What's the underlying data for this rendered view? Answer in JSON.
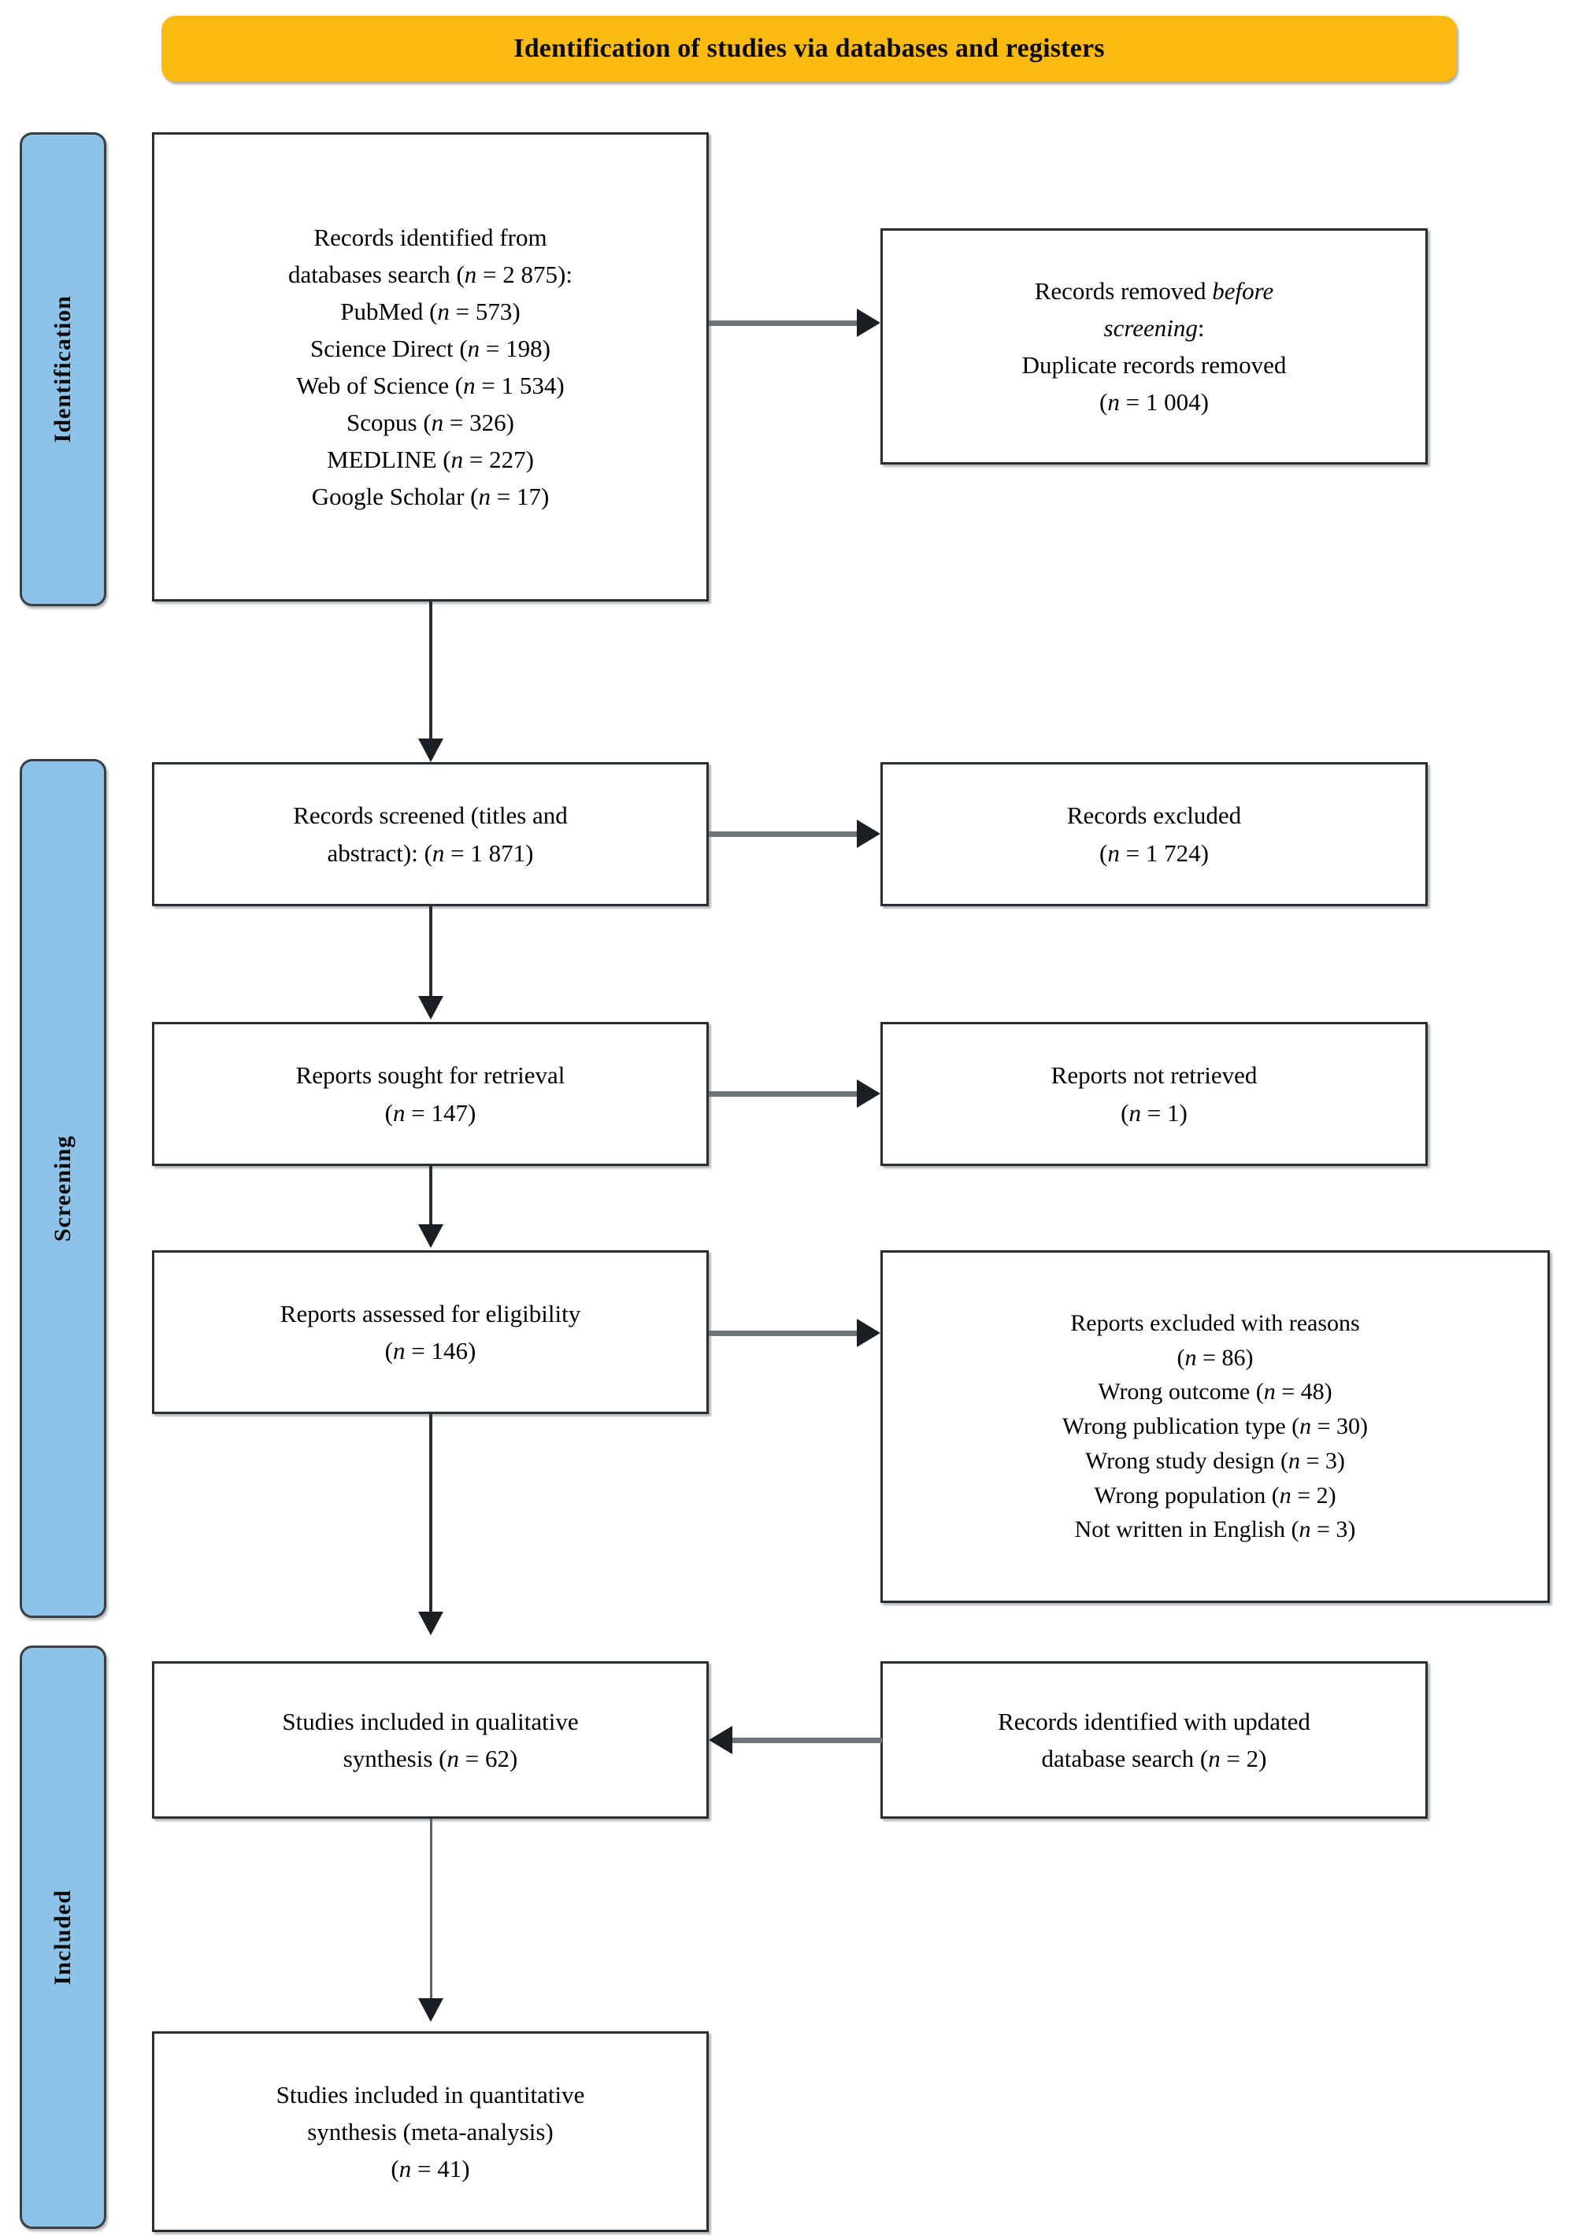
{
  "banner": {
    "title": "Identification of studies via databases and registers"
  },
  "phases": [
    {
      "id": "identification",
      "label": "Identification"
    },
    {
      "id": "screening",
      "label": "Screening"
    },
    {
      "id": "included",
      "label": "Included"
    }
  ],
  "boxes": {
    "identified": {
      "name": "records-identified-box",
      "lines": [
        "Records identified from",
        "databases search (n = 2 875):",
        "PubMed (n = 573)",
        "Science Direct (n = 198)",
        "Web of Science (n = 1 534)",
        "Scopus (n = 326)",
        "MEDLINE (n = 227)",
        "Google Scholar (n = 17)"
      ]
    },
    "removed": {
      "name": "records-removed-box",
      "lines": [
        "Records removed before",
        "screening:",
        "Duplicate records removed",
        "(n = 1 004)"
      ]
    },
    "screened": {
      "name": "records-screened-box",
      "lines": [
        "Records screened (titles and",
        "abstract): (n = 1 871)"
      ]
    },
    "excluded": {
      "name": "records-excluded-box",
      "lines": [
        "Records excluded",
        "(n = 1 724)"
      ]
    },
    "sought": {
      "name": "reports-sought-box",
      "lines": [
        "Reports sought for retrieval",
        "(n = 147)"
      ]
    },
    "not_retrieved": {
      "name": "reports-not-retrieved-box",
      "lines": [
        "Reports not retrieved",
        "(n = 1)"
      ]
    },
    "eligibility": {
      "name": "reports-eligibility-box",
      "lines": [
        "Reports assessed for eligibility",
        "(n = 146)"
      ]
    },
    "reasons": {
      "name": "reports-excluded-reasons-box",
      "lines": [
        "Reports excluded with reasons",
        "(n = 86)",
        "Wrong outcome (n = 48)",
        "Wrong publication type (n = 30)",
        "Wrong study design (n = 3)",
        "Wrong population (n = 2)",
        "Not written in English (n = 3)"
      ]
    },
    "qualitative": {
      "name": "studies-qualitative-box",
      "lines": [
        "Studies included in qualitative",
        "synthesis (n = 62)"
      ]
    },
    "updated": {
      "name": "records-updated-search-box",
      "lines": [
        "Records identified with updated",
        "database search (n = 2)"
      ]
    },
    "quantitative": {
      "name": "studies-quantitative-box",
      "lines": [
        "Studies included in quantitative",
        "synthesis (meta-analysis)",
        "(n = 41)"
      ]
    }
  },
  "counts": {
    "databases_total": 2875,
    "pubmed": 573,
    "science_direct": 198,
    "web_of_science": 1534,
    "scopus": 326,
    "medline": 227,
    "google_scholar": 17,
    "duplicates_removed": 1004,
    "screened": 1871,
    "excluded_screening": 1724,
    "sought_retrieval": 147,
    "not_retrieved": 1,
    "assessed_eligibility": 146,
    "excluded_with_reasons": 86,
    "wrong_outcome": 48,
    "wrong_publication_type": 30,
    "wrong_study_design": 3,
    "wrong_population": 2,
    "not_english": 3,
    "qualitative_synthesis": 62,
    "updated_search": 2,
    "quantitative_synthesis": 41
  },
  "colors": {
    "banner": "#FBBA11",
    "phase_bar": "#8DC3E8",
    "border": "#2a2d31",
    "background": "#ffffff"
  }
}
